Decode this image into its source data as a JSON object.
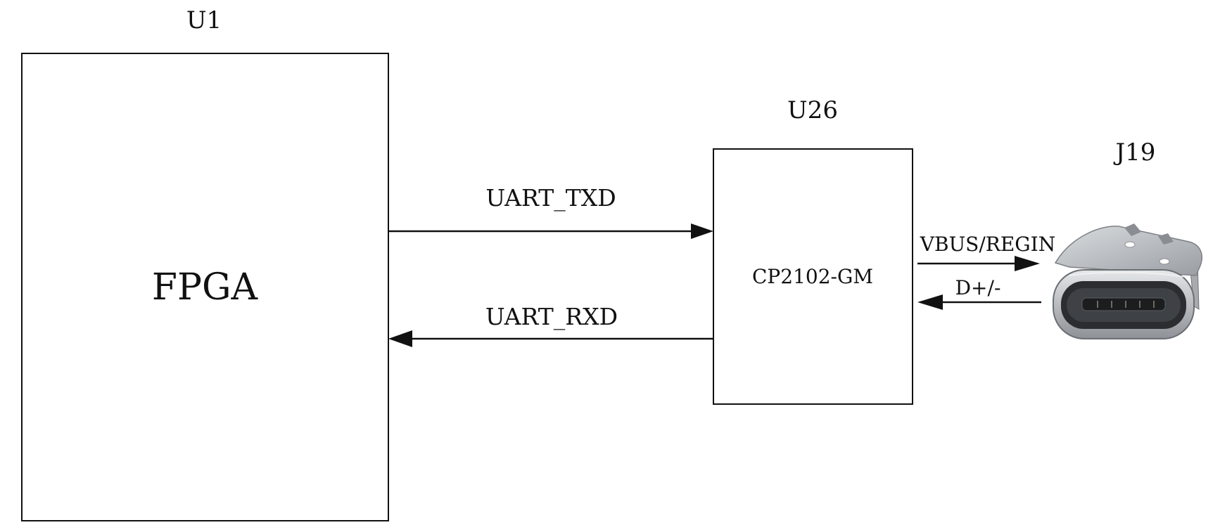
{
  "components": {
    "u1": {
      "ref": "U1",
      "part": "FPGA"
    },
    "u26": {
      "ref": "U26",
      "part": "CP2102-GM"
    },
    "j19": {
      "ref": "J19",
      "part_icon": "usb-type-c-connector-icon"
    }
  },
  "signals": {
    "uart_txd": "UART_TXD",
    "uart_rxd": "UART_RXD",
    "vbus": "VBUS/REGIN",
    "dplus_minus": "D+/-"
  },
  "colors": {
    "line": "#111111",
    "background": "#ffffff",
    "connector_metal": "#b9bcc0"
  }
}
